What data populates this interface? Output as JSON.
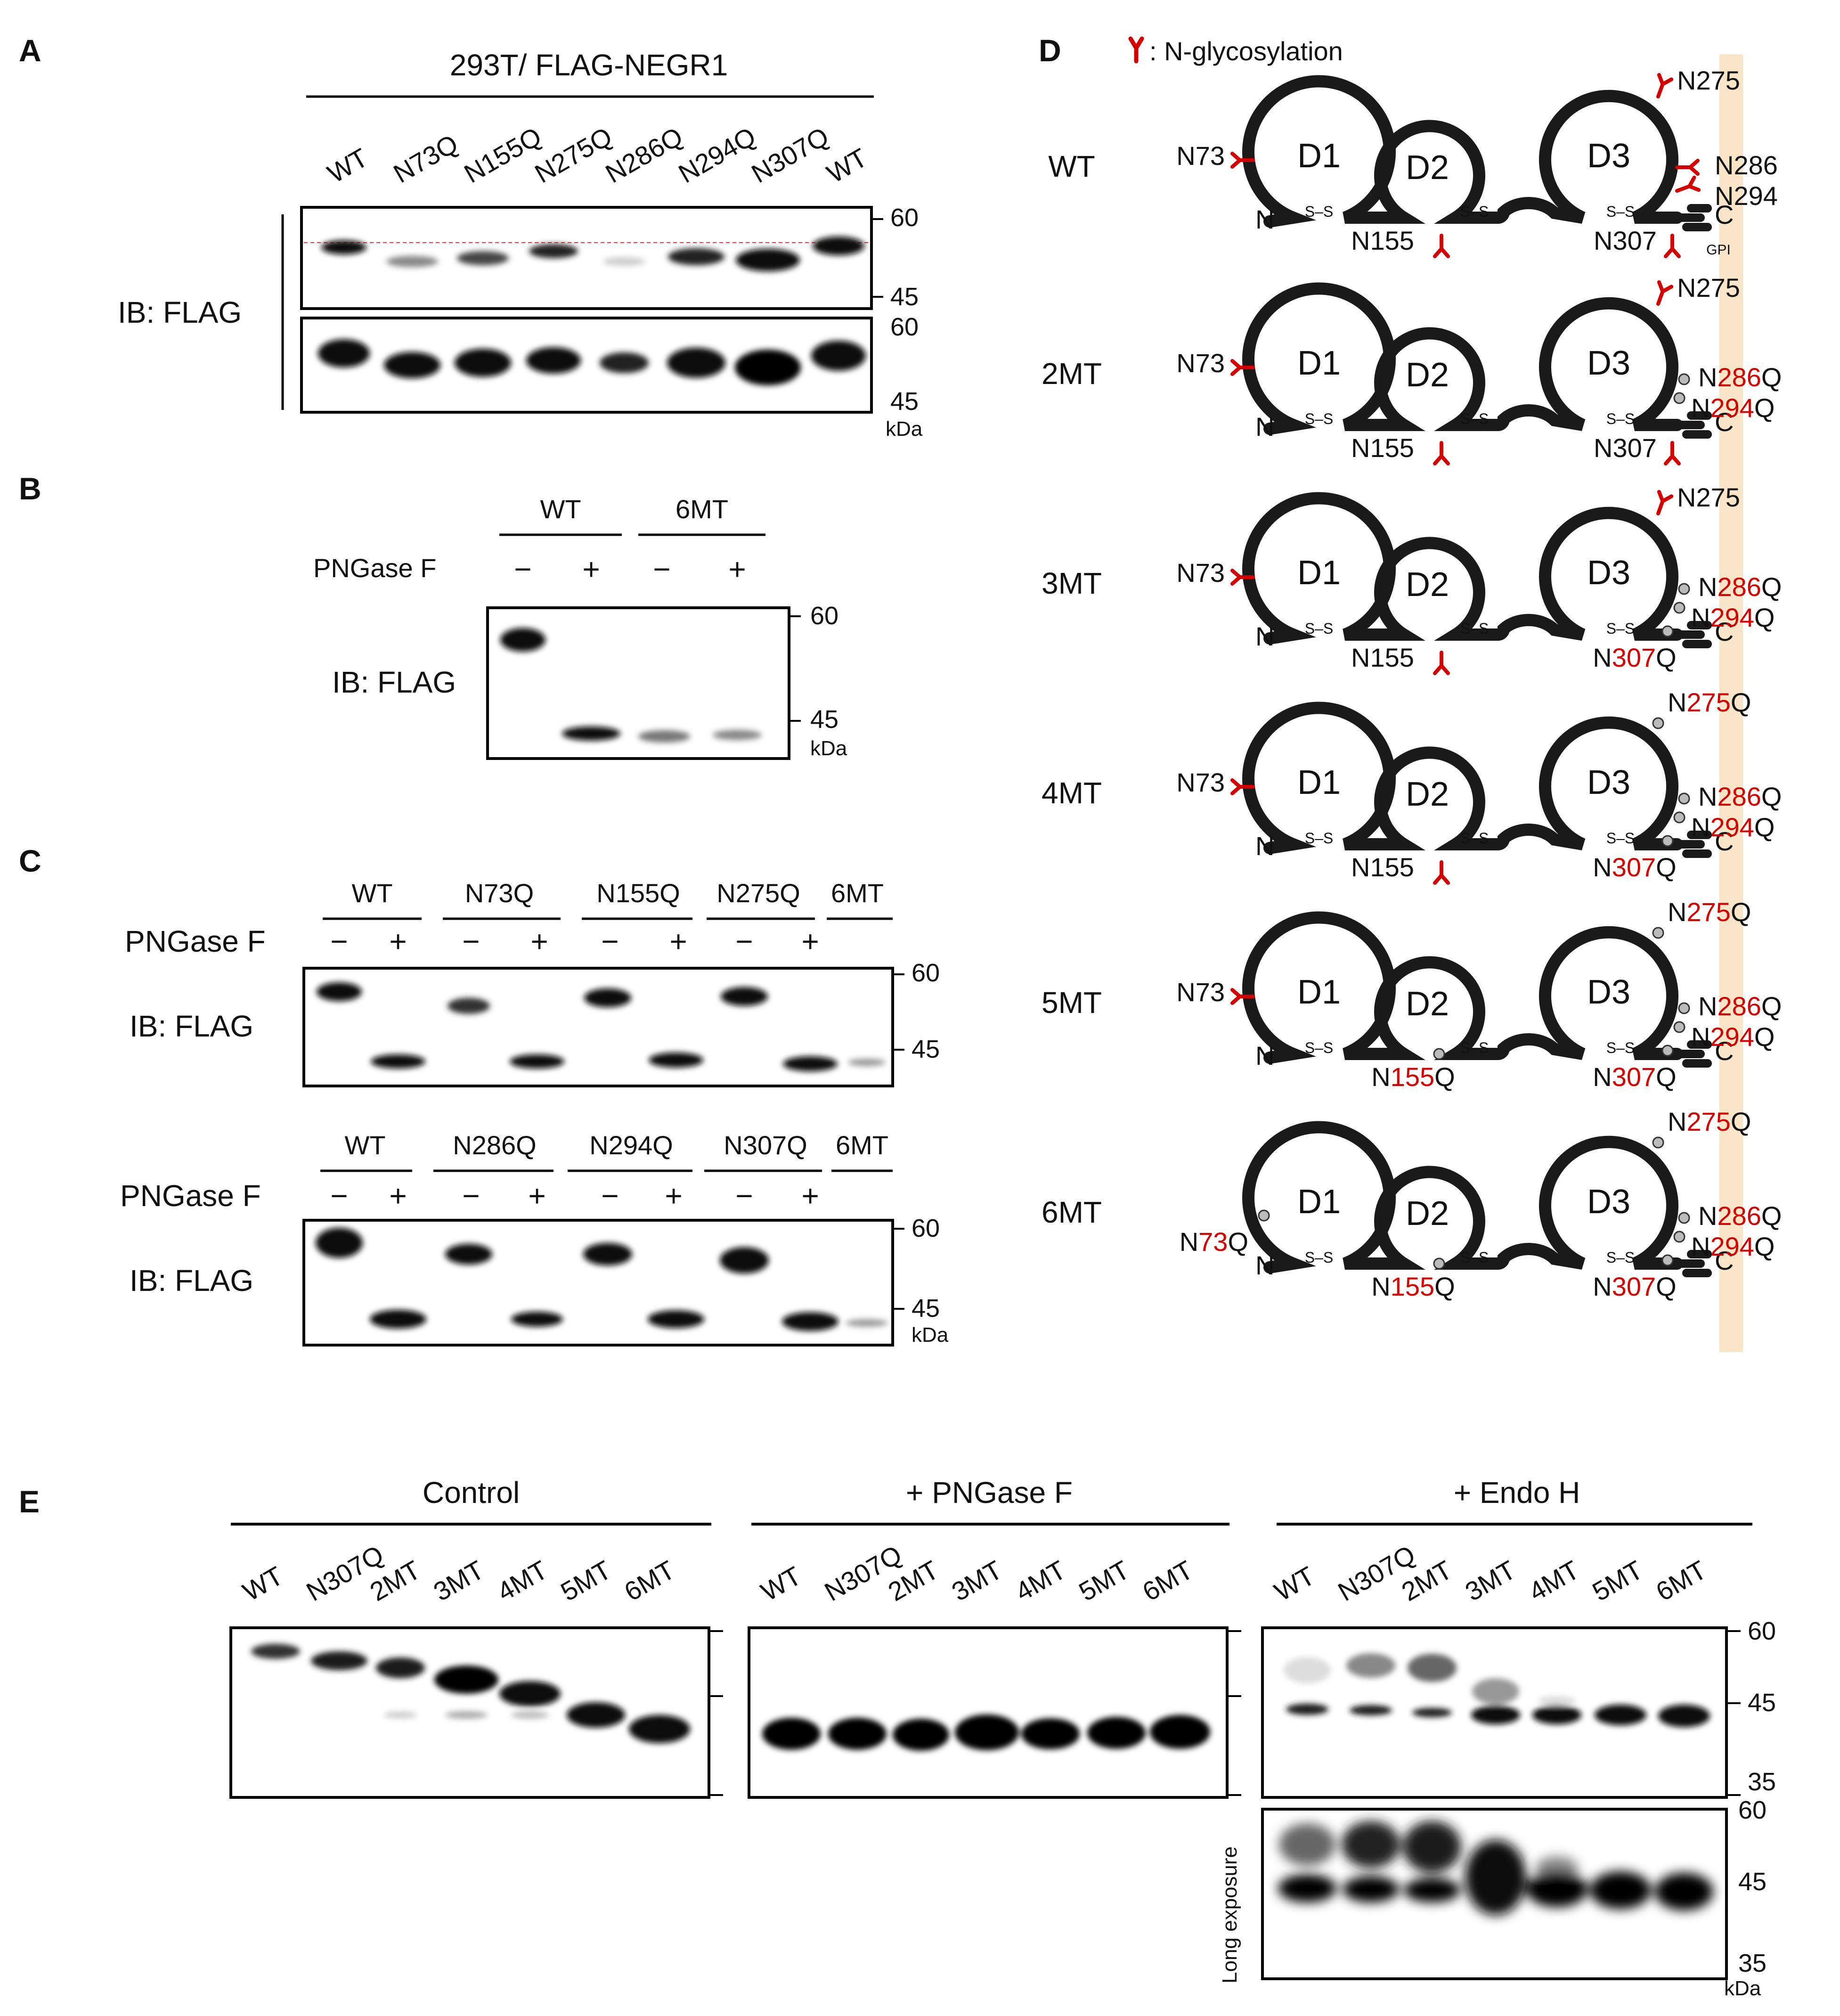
{
  "panel_labels": {
    "a": "A",
    "b": "B",
    "c": "C",
    "d": "D",
    "e": "E"
  },
  "common": {
    "kda": "kDa",
    "mw60": "60",
    "mw45": "45",
    "mw35": "35",
    "minus": "−",
    "plus": "+",
    "ib_flag": "IB: FLAG",
    "pngase": "PNGase F",
    "ss": "S–S"
  },
  "panel_a": {
    "title": "293T/ FLAG-NEGR1",
    "lanes": [
      "WT",
      "N73Q",
      "N155Q",
      "N275Q",
      "N286Q",
      "N294Q",
      "N307Q",
      "WT"
    ]
  },
  "panel_b": {
    "groups": [
      "WT",
      "6MT"
    ]
  },
  "panel_c": {
    "top_groups": [
      "WT",
      "N73Q",
      "N155Q",
      "N275Q",
      "6MT"
    ],
    "bottom_groups": [
      "WT",
      "N286Q",
      "N294Q",
      "N307Q",
      "6MT"
    ]
  },
  "panel_d": {
    "legend_text": ": N-glycosylation",
    "rows": [
      "WT",
      "2MT",
      "3MT",
      "4MT",
      "5MT",
      "6MT"
    ],
    "domains": [
      "D1",
      "D2",
      "D3"
    ],
    "n_term": "N",
    "c_term": "C",
    "gpi": "GPI",
    "site_prefix": "N",
    "site_suffix": "Q",
    "sites": [
      "73",
      "155",
      "275",
      "286",
      "294",
      "307"
    ]
  },
  "panel_e": {
    "groups": [
      "Control",
      "+ PNGase F",
      "+ Endo H"
    ],
    "lanes": [
      "WT",
      "N307Q",
      "2MT",
      "3MT",
      "4MT",
      "5MT",
      "6MT"
    ],
    "long_exposure": "Long exposure"
  }
}
